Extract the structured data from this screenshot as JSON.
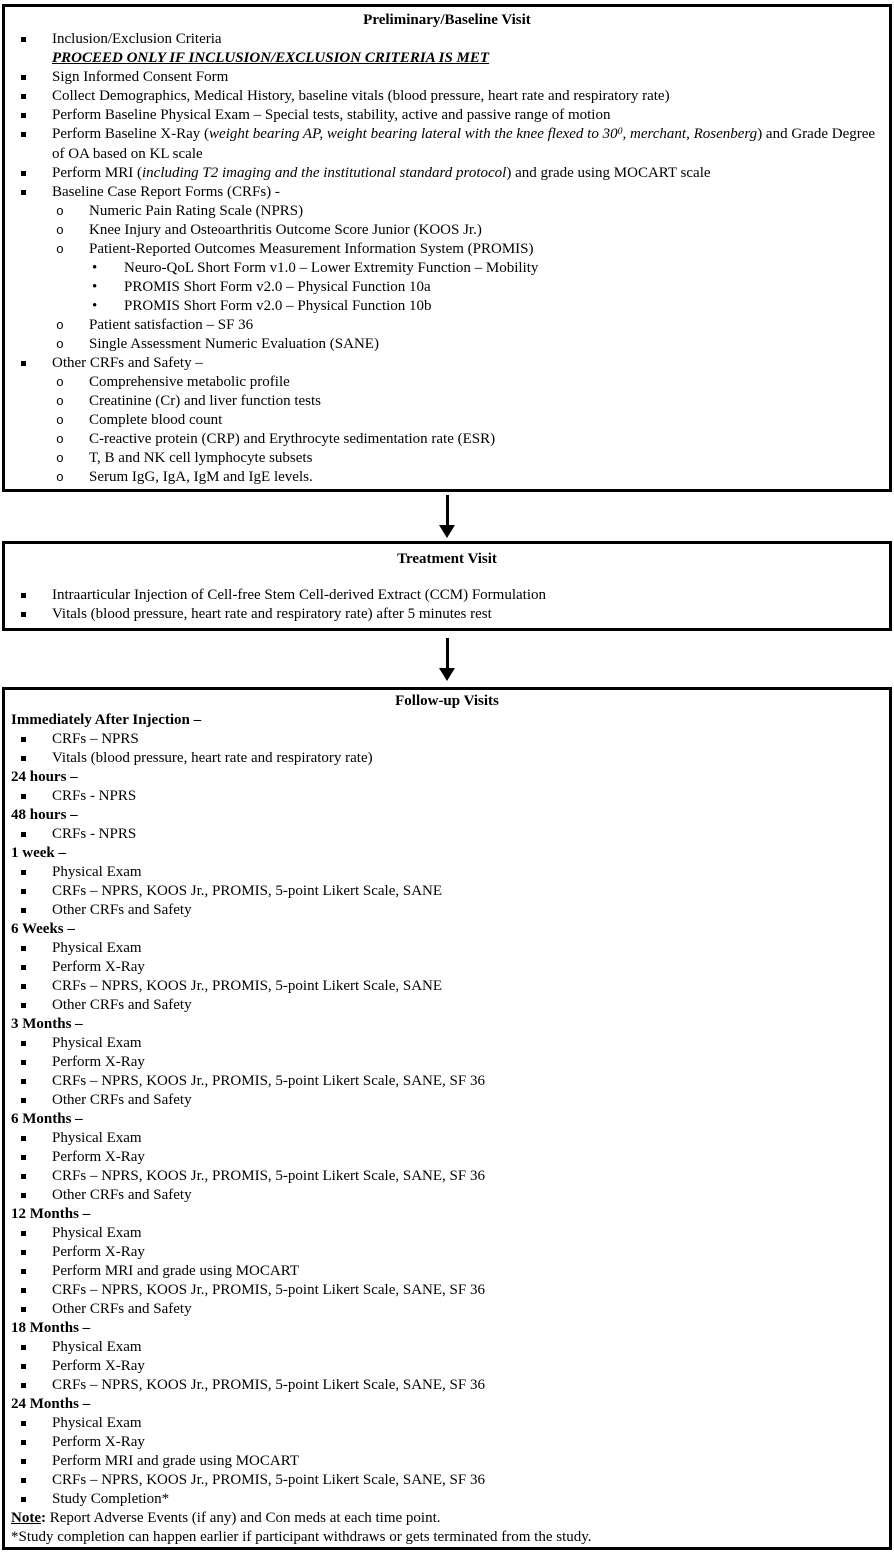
{
  "colors": {
    "border": "#000000",
    "text": "#000000",
    "background": "#ffffff"
  },
  "flow": {
    "boxes": [
      {
        "id": "baseline",
        "title": "Preliminary/Baseline Visit",
        "items": [
          {
            "level": "l1",
            "segments": [
              {
                "t": "Inclusion/Exclusion Criteria"
              }
            ]
          },
          {
            "level": "cont",
            "segments": [
              {
                "t": "PROCEED ONLY IF INCLUSION/EXCLUSION CRITERIA IS MET",
                "s": "biu"
              }
            ]
          },
          {
            "level": "l1",
            "segments": [
              {
                "t": "Sign Informed Consent Form"
              }
            ]
          },
          {
            "level": "l1",
            "segments": [
              {
                "t": "Collect Demographics, Medical History, baseline vitals (blood pressure, heart rate and respiratory rate)"
              }
            ]
          },
          {
            "level": "l1",
            "segments": [
              {
                "t": "Perform Baseline Physical Exam – Special tests, stability, active and passive range of motion"
              }
            ]
          },
          {
            "level": "l1",
            "segments": [
              {
                "t": "Perform Baseline X-Ray ("
              },
              {
                "t": "weight bearing AP, weight bearing lateral with the knee flexed to 30",
                "s": "i"
              },
              {
                "t": "0",
                "s": "ip"
              },
              {
                "t": ", merchant, Rosenberg",
                "s": "i"
              },
              {
                "t": ") and Grade Degree of OA based on KL scale"
              }
            ]
          },
          {
            "level": "l1",
            "segments": [
              {
                "t": "Perform MRI ("
              },
              {
                "t": "including T2 imaging and the institutional standard protocol",
                "s": "i"
              },
              {
                "t": ") and grade using MOCART scale"
              }
            ]
          },
          {
            "level": "l1",
            "segments": [
              {
                "t": "Baseline Case Report Forms (CRFs) -"
              }
            ]
          },
          {
            "level": "l2",
            "segments": [
              {
                "t": "Numeric Pain Rating Scale (NPRS)"
              }
            ]
          },
          {
            "level": "l2",
            "segments": [
              {
                "t": "Knee Injury and Osteoarthritis Outcome Score Junior (KOOS Jr.)"
              }
            ]
          },
          {
            "level": "l2",
            "segments": [
              {
                "t": "Patient-Reported Outcomes Measurement Information System (PROMIS)"
              }
            ]
          },
          {
            "level": "l3",
            "segments": [
              {
                "t": "Neuro-QoL Short Form v1.0 – Lower Extremity Function – Mobility"
              }
            ]
          },
          {
            "level": "l3",
            "segments": [
              {
                "t": "PROMIS Short Form v2.0 – Physical Function 10a"
              }
            ]
          },
          {
            "level": "l3",
            "segments": [
              {
                "t": "PROMIS Short Form v2.0 – Physical Function 10b"
              }
            ]
          },
          {
            "level": "l2",
            "segments": [
              {
                "t": "Patient satisfaction – SF 36"
              }
            ]
          },
          {
            "level": "l2",
            "segments": [
              {
                "t": "Single Assessment Numeric Evaluation (SANE)"
              }
            ]
          },
          {
            "level": "l1",
            "segments": [
              {
                "t": "Other CRFs and Safety –"
              }
            ]
          },
          {
            "level": "l2",
            "segments": [
              {
                "t": "Comprehensive metabolic profile"
              }
            ]
          },
          {
            "level": "l2",
            "segments": [
              {
                "t": "Creatinine (Cr) and liver function tests"
              }
            ]
          },
          {
            "level": "l2",
            "segments": [
              {
                "t": "Complete blood count"
              }
            ]
          },
          {
            "level": "l2",
            "segments": [
              {
                "t": "C-reactive protein (CRP) and Erythrocyte sedimentation rate (ESR)"
              }
            ]
          },
          {
            "level": "l2",
            "segments": [
              {
                "t": "T, B and NK cell lymphocyte subsets"
              }
            ]
          },
          {
            "level": "l2",
            "segments": [
              {
                "t": "Serum IgG, IgA, IgM and IgE levels."
              }
            ]
          }
        ]
      },
      {
        "id": "treatment",
        "title": "Treatment Visit",
        "items": [
          {
            "level": "l1",
            "segments": [
              {
                "t": "Intraarticular Injection of Cell-free Stem Cell-derived Extract (CCM) Formulation"
              }
            ]
          },
          {
            "level": "l1",
            "segments": [
              {
                "t": "Vitals (blood pressure, heart rate and respiratory rate) after 5 minutes rest"
              }
            ]
          }
        ]
      },
      {
        "id": "followup",
        "title": "Follow-up Visits",
        "items": [
          {
            "level": "h",
            "segments": [
              {
                "t": "Immediately After Injection –"
              }
            ]
          },
          {
            "level": "l1",
            "segments": [
              {
                "t": "CRFs – NPRS"
              }
            ]
          },
          {
            "level": "l1",
            "segments": [
              {
                "t": "Vitals (blood pressure, heart rate and respiratory rate)"
              }
            ]
          },
          {
            "level": "h",
            "segments": [
              {
                "t": "24 hours –"
              }
            ]
          },
          {
            "level": "l1",
            "segments": [
              {
                "t": "CRFs - NPRS"
              }
            ]
          },
          {
            "level": "h",
            "segments": [
              {
                "t": "48 hours –"
              }
            ]
          },
          {
            "level": "l1",
            "segments": [
              {
                "t": "CRFs - NPRS"
              }
            ]
          },
          {
            "level": "h",
            "segments": [
              {
                "t": "1 week –"
              }
            ]
          },
          {
            "level": "l1",
            "segments": [
              {
                "t": "Physical Exam"
              }
            ]
          },
          {
            "level": "l1",
            "segments": [
              {
                "t": "CRFs – NPRS, KOOS Jr., PROMIS, 5-point Likert Scale, SANE"
              }
            ]
          },
          {
            "level": "l1",
            "segments": [
              {
                "t": "Other CRFs and Safety"
              }
            ]
          },
          {
            "level": "h",
            "segments": [
              {
                "t": "6 Weeks –"
              }
            ]
          },
          {
            "level": "l1",
            "segments": [
              {
                "t": "Physical Exam"
              }
            ]
          },
          {
            "level": "l1",
            "segments": [
              {
                "t": "Perform X-Ray"
              }
            ]
          },
          {
            "level": "l1",
            "segments": [
              {
                "t": "CRFs – NPRS, KOOS Jr., PROMIS, 5-point Likert Scale, SANE"
              }
            ]
          },
          {
            "level": "l1",
            "segments": [
              {
                "t": "Other CRFs and Safety"
              }
            ]
          },
          {
            "level": "h",
            "segments": [
              {
                "t": "3 Months –"
              }
            ]
          },
          {
            "level": "l1",
            "segments": [
              {
                "t": "Physical Exam"
              }
            ]
          },
          {
            "level": "l1",
            "segments": [
              {
                "t": "Perform X-Ray"
              }
            ]
          },
          {
            "level": "l1",
            "segments": [
              {
                "t": "CRFs – NPRS, KOOS Jr., PROMIS, 5-point Likert Scale, SANE, SF 36"
              }
            ]
          },
          {
            "level": "l1",
            "segments": [
              {
                "t": "Other CRFs and Safety"
              }
            ]
          },
          {
            "level": "h",
            "segments": [
              {
                "t": "6 Months –"
              }
            ]
          },
          {
            "level": "l1",
            "segments": [
              {
                "t": "Physical Exam"
              }
            ]
          },
          {
            "level": "l1",
            "segments": [
              {
                "t": "Perform X-Ray"
              }
            ]
          },
          {
            "level": "l1",
            "segments": [
              {
                "t": "CRFs – NPRS, KOOS Jr., PROMIS, 5-point Likert Scale, SANE, SF 36"
              }
            ]
          },
          {
            "level": "l1",
            "segments": [
              {
                "t": "Other CRFs and Safety"
              }
            ]
          },
          {
            "level": "h",
            "segments": [
              {
                "t": "12 Months –"
              }
            ]
          },
          {
            "level": "l1",
            "segments": [
              {
                "t": "Physical Exam"
              }
            ]
          },
          {
            "level": "l1",
            "segments": [
              {
                "t": "Perform X-Ray"
              }
            ]
          },
          {
            "level": "l1",
            "segments": [
              {
                "t": "Perform MRI and grade using MOCART"
              }
            ]
          },
          {
            "level": "l1",
            "segments": [
              {
                "t": "CRFs – NPRS, KOOS Jr., PROMIS, 5-point Likert Scale, SANE, SF 36"
              }
            ]
          },
          {
            "level": "l1",
            "segments": [
              {
                "t": "Other CRFs and Safety"
              }
            ]
          },
          {
            "level": "h",
            "segments": [
              {
                "t": "18 Months –"
              }
            ]
          },
          {
            "level": "l1",
            "segments": [
              {
                "t": "Physical Exam"
              }
            ]
          },
          {
            "level": "l1",
            "segments": [
              {
                "t": "Perform X-Ray"
              }
            ]
          },
          {
            "level": "l1",
            "segments": [
              {
                "t": "CRFs – NPRS, KOOS Jr., PROMIS, 5-point Likert Scale, SANE, SF 36"
              }
            ]
          },
          {
            "level": "h",
            "segments": [
              {
                "t": "24 Months –"
              }
            ]
          },
          {
            "level": "l1",
            "segments": [
              {
                "t": "Physical Exam"
              }
            ]
          },
          {
            "level": "l1",
            "segments": [
              {
                "t": "Perform X-Ray"
              }
            ]
          },
          {
            "level": "l1",
            "segments": [
              {
                "t": "Perform MRI and grade using MOCART"
              }
            ]
          },
          {
            "level": "l1",
            "segments": [
              {
                "t": "CRFs – NPRS, KOOS Jr., PROMIS, 5-point Likert Scale, SANE, SF 36"
              }
            ]
          },
          {
            "level": "l1",
            "segments": [
              {
                "t": "Study Completion*"
              }
            ]
          },
          {
            "level": "note",
            "segments": [
              {
                "t": "Note",
                "s": "bu"
              },
              {
                "t": ":",
                "s": "b"
              },
              {
                "t": " Report Adverse Events (if any) and Con meds at each time point."
              }
            ]
          },
          {
            "level": "note",
            "segments": [
              {
                "t": "*Study completion can happen earlier if participant withdraws or gets terminated from the study."
              }
            ]
          }
        ]
      }
    ]
  }
}
